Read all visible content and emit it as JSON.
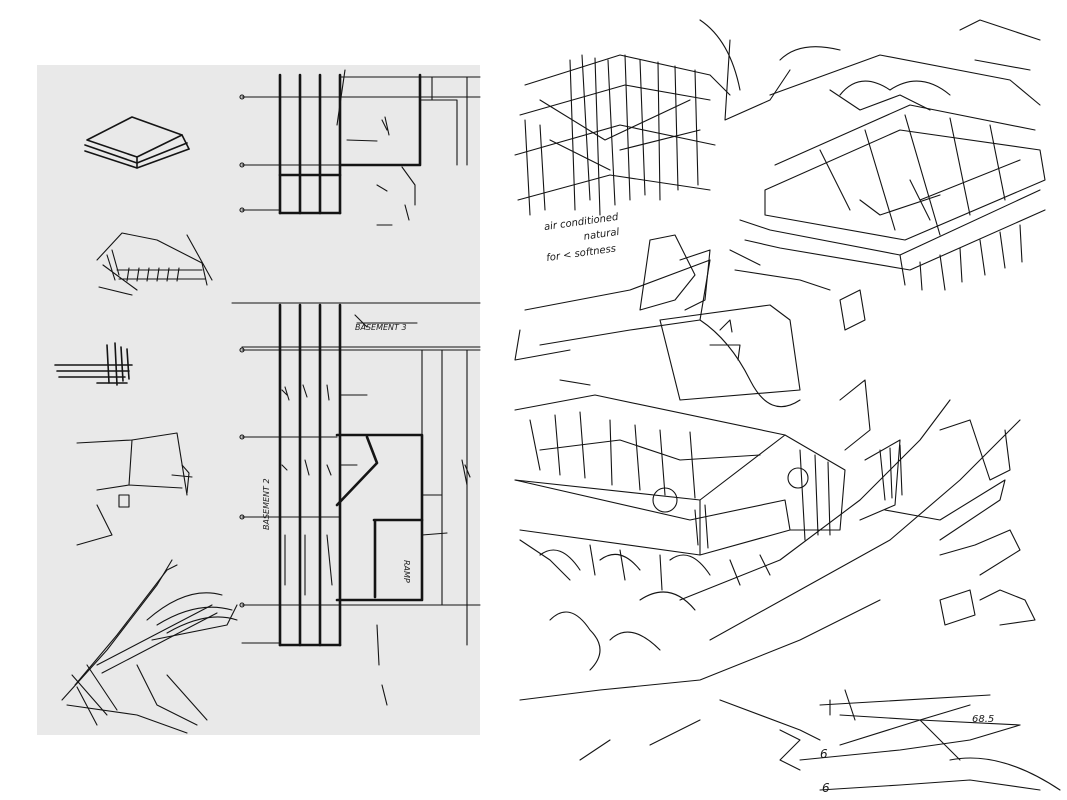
{
  "left_sheet": {
    "notes": [
      "BASEMENT 3",
      "BASEMENT 2"
    ],
    "plan_labels": [
      "RAMP"
    ]
  },
  "right_sheet": {
    "annotation": [
      "air conditioned",
      "natural",
      "for < softness"
    ],
    "spot_levels": [
      "6",
      "6",
      "68.5"
    ]
  }
}
